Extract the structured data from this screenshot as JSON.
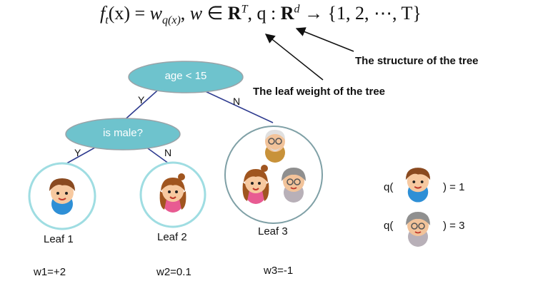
{
  "formula": {
    "lhs_f": "f",
    "lhs_sub": "t",
    "lhs_arg": "(x) = ",
    "w": "w",
    "w_sub": "q(x)",
    "sep": ",   ",
    "w2": "w",
    "in1": " ∈ ",
    "R1": "R",
    "R1_sup": "T",
    "comma_q": ", q : ",
    "R2": "R",
    "R2_sup": "d",
    "arrow_set": " → {1, 2, ⋯, T}"
  },
  "annotations": {
    "structure": "The structure of the tree",
    "leaf_weight": "The leaf weight of the tree"
  },
  "tree": {
    "root": "age < 15",
    "inner": "is male?",
    "root_yes": "Y",
    "root_no": "N",
    "inner_yes": "Y",
    "inner_no": "N"
  },
  "leaves": [
    {
      "label": "Leaf 1",
      "weight": "w1=+2"
    },
    {
      "label": "Leaf 2",
      "weight": "w2=0.1"
    },
    {
      "label": "Leaf 3",
      "weight": "w3=-1"
    }
  ],
  "examples": [
    {
      "prefix": "q(",
      "suffix": ") = 1"
    },
    {
      "prefix": "q(",
      "suffix": ") = 3"
    }
  ],
  "colors": {
    "node_fill": "#6ec3cd",
    "node_stroke": "#9aa3a8",
    "edge": "#2e3b8f",
    "leaf_ring": "#9fdde2",
    "leaf3_ring": "#7fa0a6",
    "arrow": "#111111"
  }
}
